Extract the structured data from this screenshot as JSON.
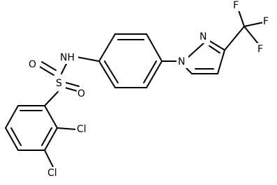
{
  "colors": {
    "bond": "#000000",
    "background": "#ffffff"
  },
  "atoms": {
    "nh": "NH",
    "s": "S",
    "o1": "O",
    "o2": "O",
    "cl1": "Cl",
    "cl2": "Cl",
    "n_pyrazole_1": "N",
    "n_pyrazole_2": "N",
    "f1": "F",
    "f2": "F",
    "f3": "F"
  }
}
